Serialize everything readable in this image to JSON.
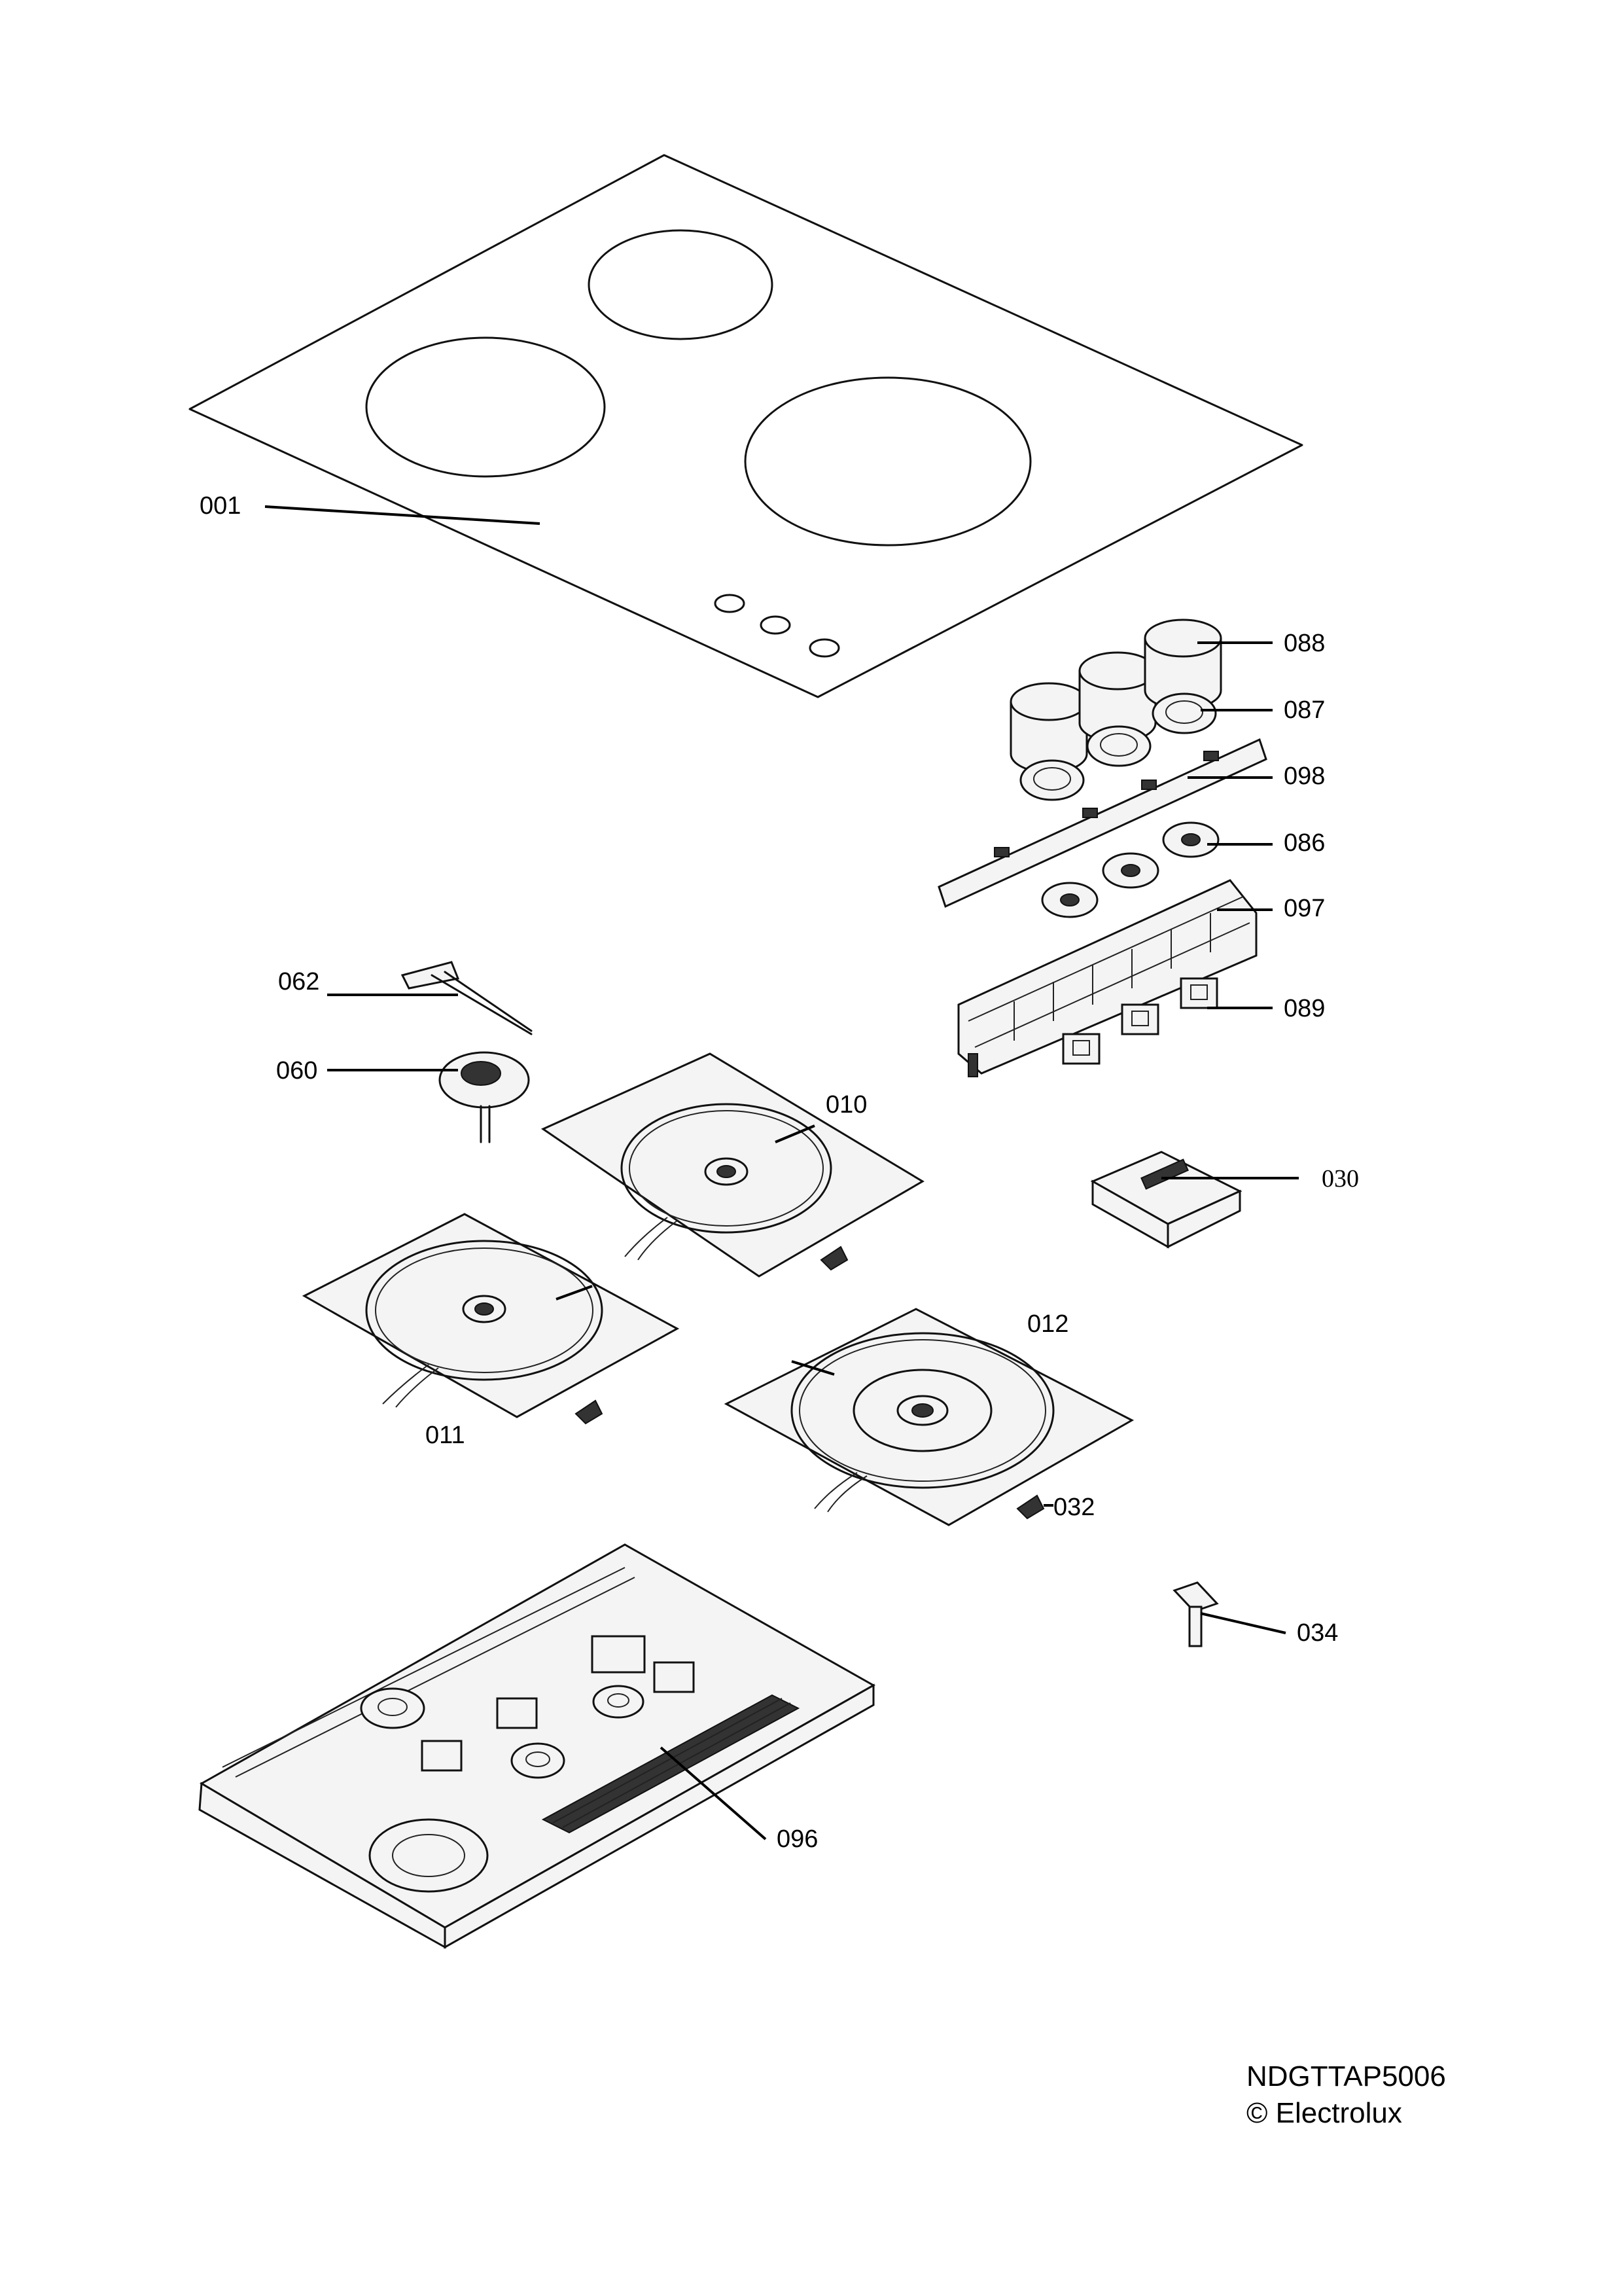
{
  "parts": {
    "p001": "001",
    "p088": "088",
    "p087": "087",
    "p098": "098",
    "p086": "086",
    "p097": "097",
    "p089": "089",
    "p062": "062",
    "p060": "060",
    "p010": "010",
    "p030": "030",
    "p012": "012",
    "p011": "011",
    "p032": "032",
    "p034": "034",
    "p096": "096"
  },
  "footer": {
    "model_code": "NDGTTAP5006",
    "copyright": "© Electrolux"
  }
}
